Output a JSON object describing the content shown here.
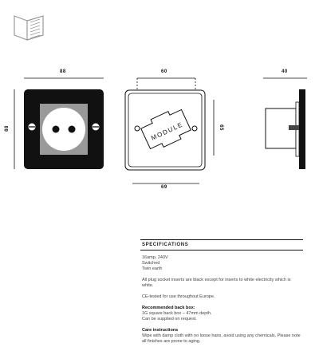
{
  "dimensions": {
    "front_width": "88",
    "front_height": "88",
    "module_width": "60",
    "module_height": "65",
    "frame_width": "69",
    "depth": "40",
    "module_label": "MODULE"
  },
  "specs": {
    "title": "SPECIFICATIONS",
    "lines1": [
      "16amp, 240V",
      "Switched",
      "Twin earth"
    ],
    "inserts": "All plug socket inserts are black except for inserts to white electricity which is white.",
    "ce": "CE-tested for use throughout Europe.",
    "backbox_heading": "Recommended back box:",
    "backbox_lines": [
      "1G square back box – 47mm depth.",
      "Can be supplied on request."
    ],
    "care_heading": "Care instructions",
    "care_text": "Wipe with damp cloth with no loose hairs, avoid using any chemicals. Please note all finishes are prone to aging."
  }
}
